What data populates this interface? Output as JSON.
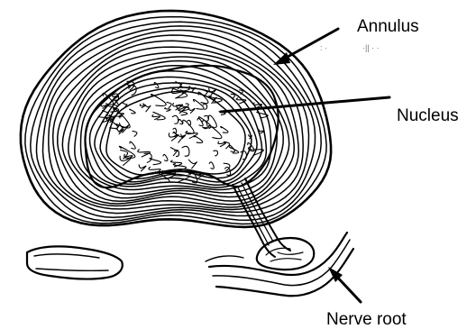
{
  "diagram": {
    "labels": {
      "annulus": "Annulus",
      "nucleus": "Nucleus",
      "nerve_root": "Nerve root"
    },
    "colors": {
      "ink": "#000000",
      "background": "#ffffff"
    }
  }
}
